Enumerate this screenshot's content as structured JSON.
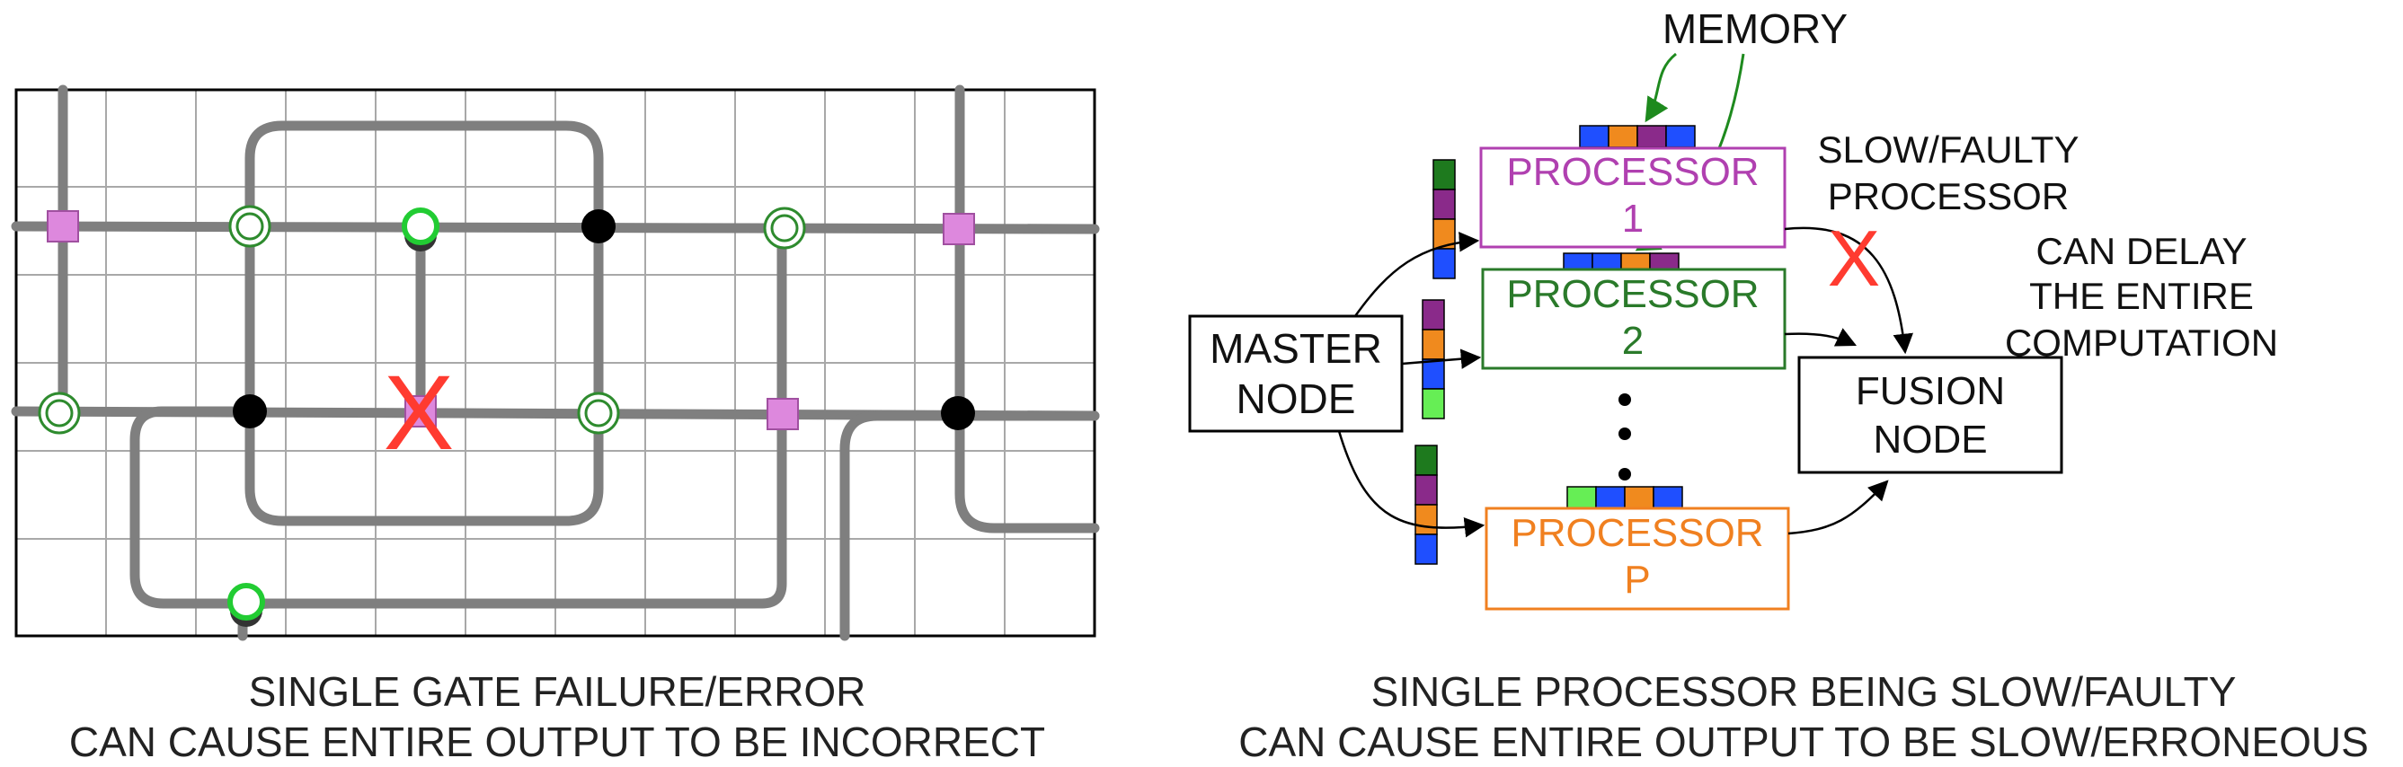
{
  "left_panel": {
    "failure_mark": "X",
    "caption_line1": "SINGLE GATE FAILURE/ERROR",
    "caption_line2": "CAN CAUSE ENTIRE OUTPUT TO BE INCORRECT"
  },
  "right_panel": {
    "memory_label": "MEMORY",
    "master_line1": "MASTER",
    "master_line2": "NODE",
    "processors": [
      {
        "line1": "PROCESSOR",
        "line2": "1",
        "color": "#b040b0"
      },
      {
        "line1": "PROCESSOR",
        "line2": "2",
        "color": "#2a7a2a"
      },
      {
        "line1": "PROCESSOR",
        "line2": "P",
        "color": "#f08020"
      }
    ],
    "ellipsis": "• • •",
    "fusion_line1": "FUSION",
    "fusion_line2": "NODE",
    "slow_line1": "SLOW/FAULTY",
    "slow_line2": "PROCESSOR",
    "delay_line1": "CAN DELAY",
    "delay_line2": "THE ENTIRE",
    "delay_line3": "COMPUTATION",
    "fault_mark": "X",
    "caption_line1": "SINGLE PROCESSOR BEING SLOW/FAULTY",
    "caption_line2": "CAN CAUSE ENTIRE OUTPUT TO BE SLOW/ERRONEOUS"
  },
  "colors": {
    "wire": "#7f7f7f",
    "grid": "#a8a8a8",
    "gate_square": "#dd88dd",
    "gate_ring": "#2e8b2e",
    "arrow_green": "#1e8a1e",
    "failure": "#ff3b30",
    "mem_blue": "#1f4fff",
    "mem_orange": "#f08a1e",
    "mem_purple": "#8a2a8a",
    "mem_green": "#1e7a1e",
    "mem_light_green": "#66ee55"
  }
}
